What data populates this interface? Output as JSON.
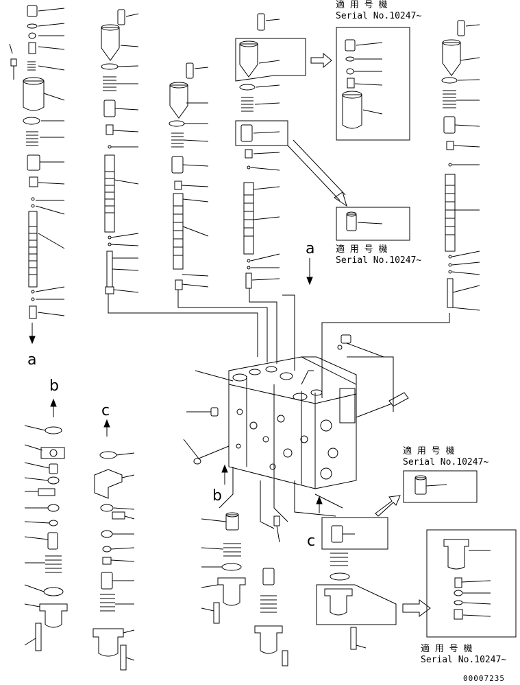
{
  "applicability": {
    "jp_label": "適 用 号 機",
    "serial_label": "Serial No.10247~"
  },
  "view_letters": {
    "a": "a",
    "b": "b",
    "c": "c"
  },
  "drawing_number": "00007235"
}
